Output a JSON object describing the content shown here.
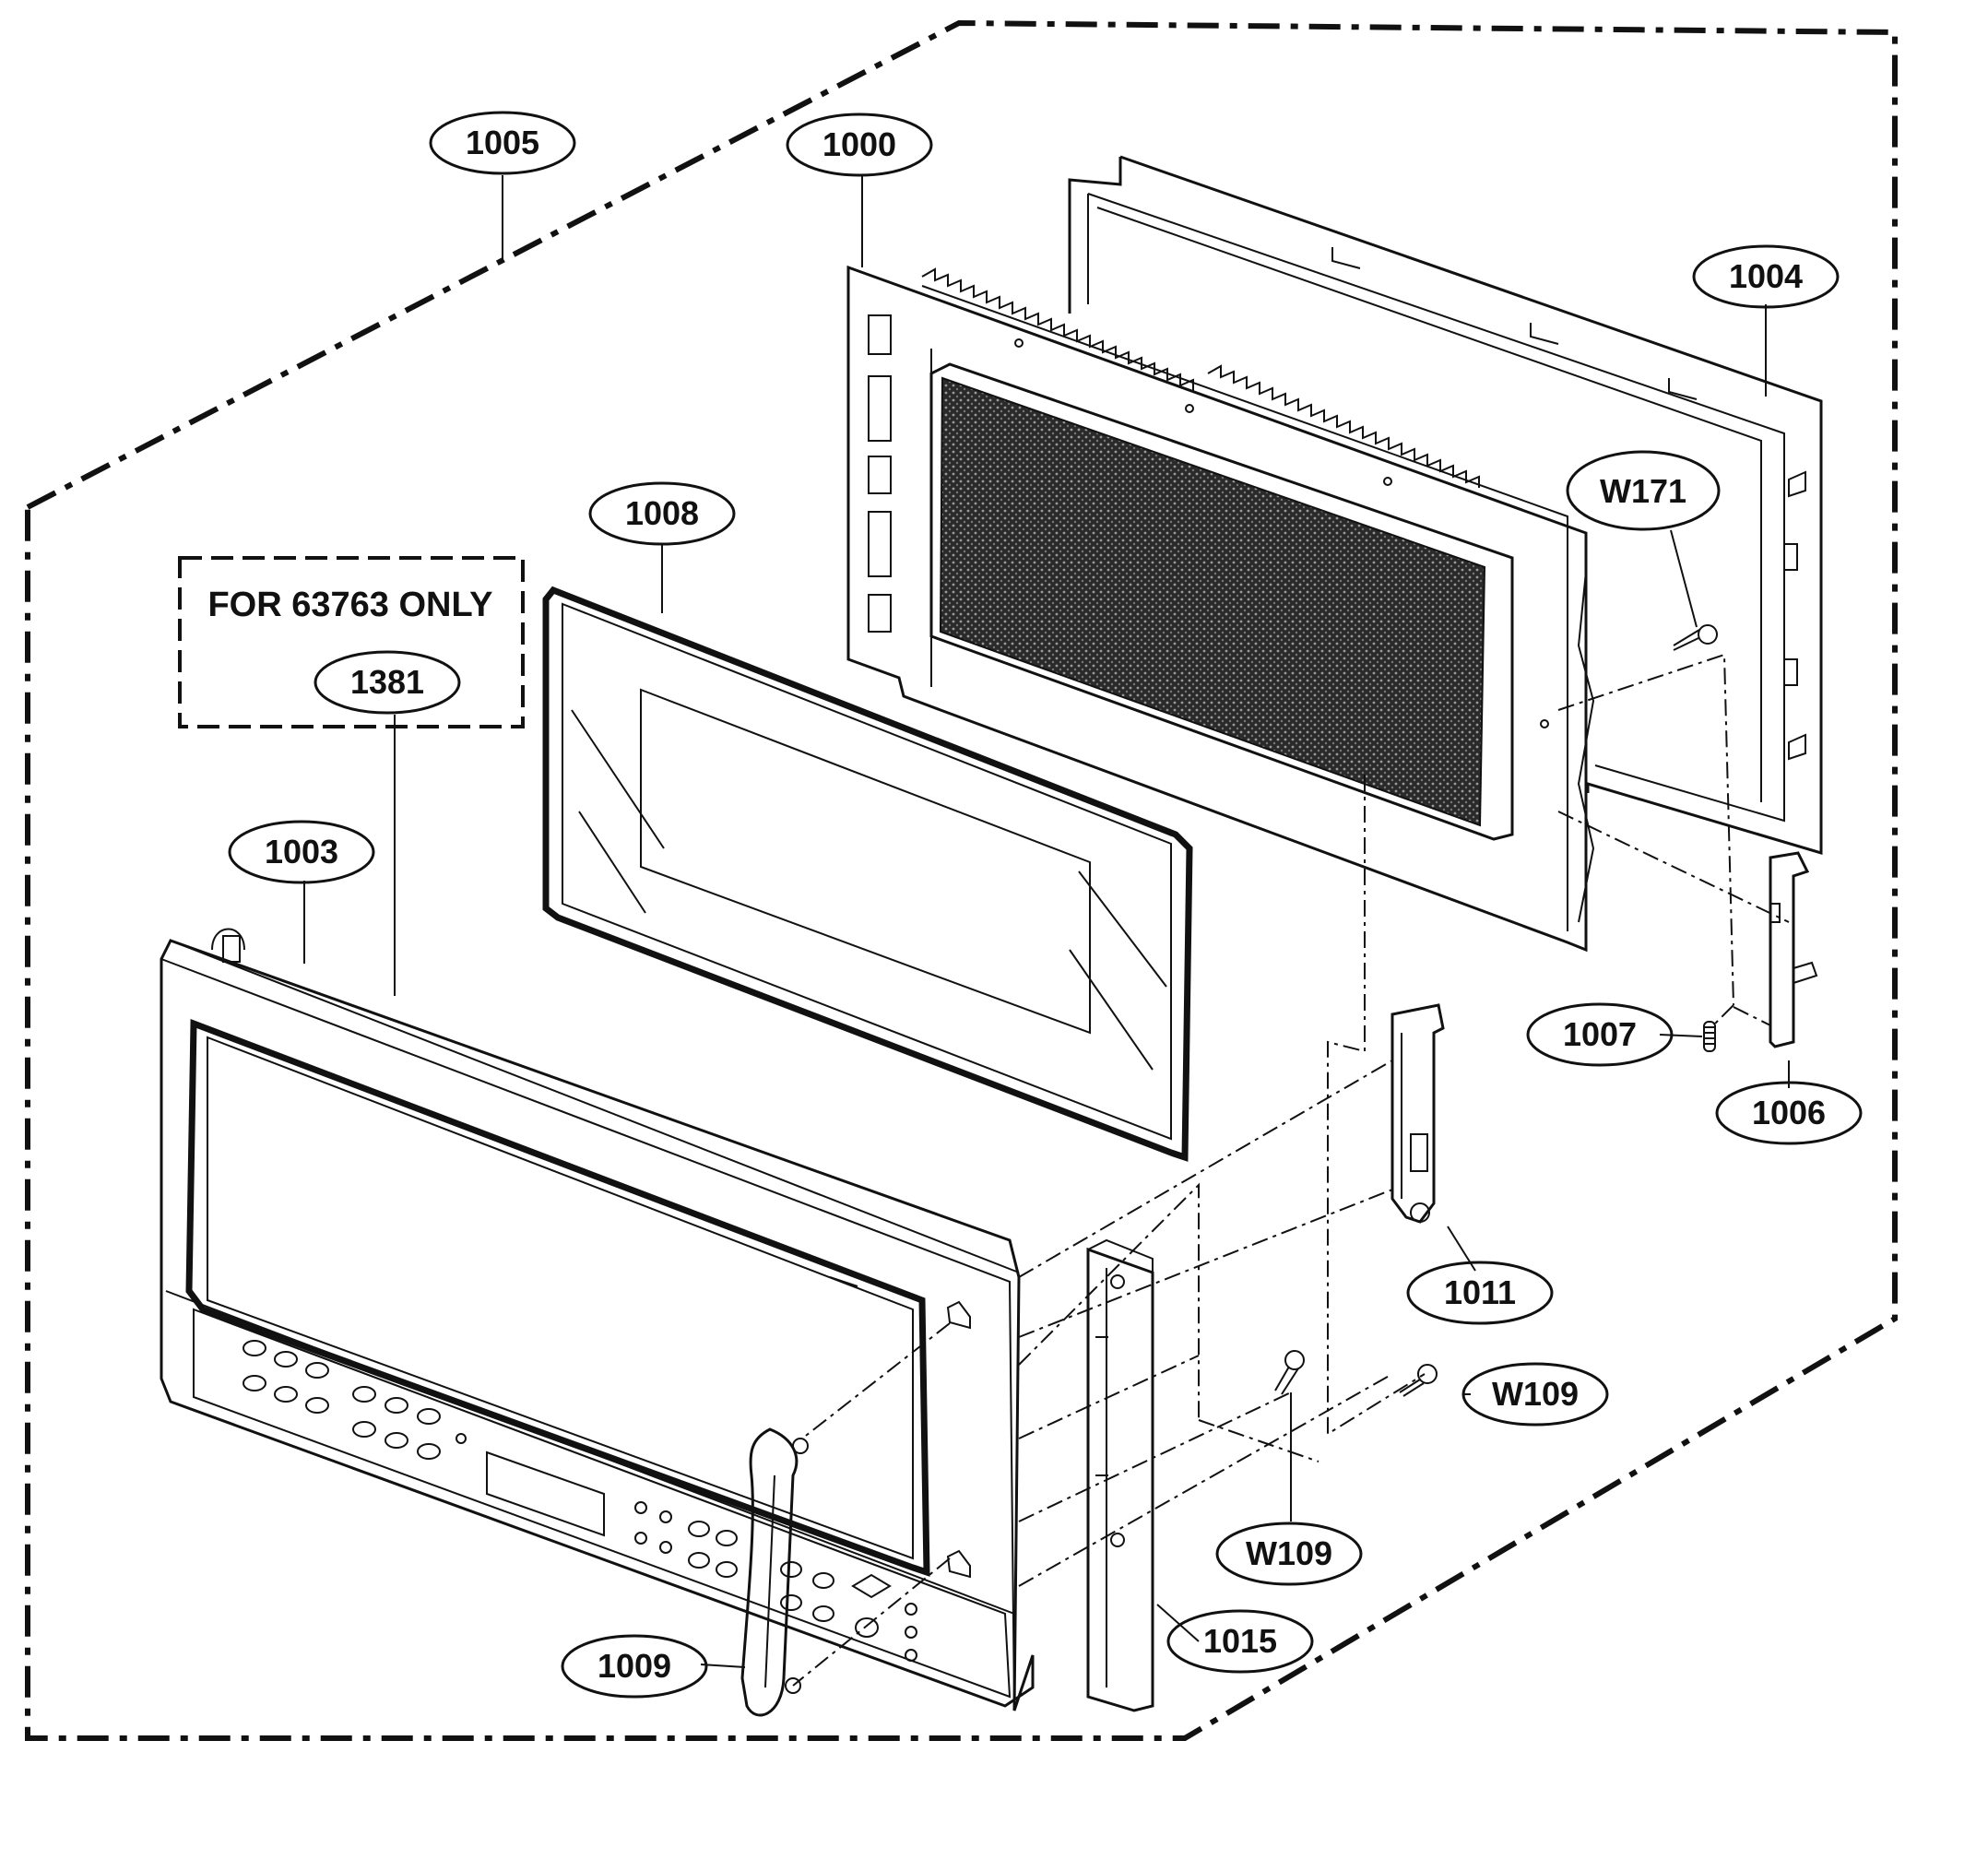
{
  "note": {
    "text": "FOR 63763 ONLY"
  },
  "parts": {
    "p1005": "1005",
    "p1000": "1000",
    "p1004": "1004",
    "w171": "W171",
    "p1008": "1008",
    "p1381": "1381",
    "p1003": "1003",
    "p1007": "1007",
    "p1006": "1006",
    "p1011": "1011",
    "w109a": "W109",
    "w109b": "W109",
    "p1015": "1015",
    "p1009": "1009"
  },
  "colors": {
    "line": "#111111",
    "background": "#ffffff",
    "mesh": "#2a2a2a"
  }
}
